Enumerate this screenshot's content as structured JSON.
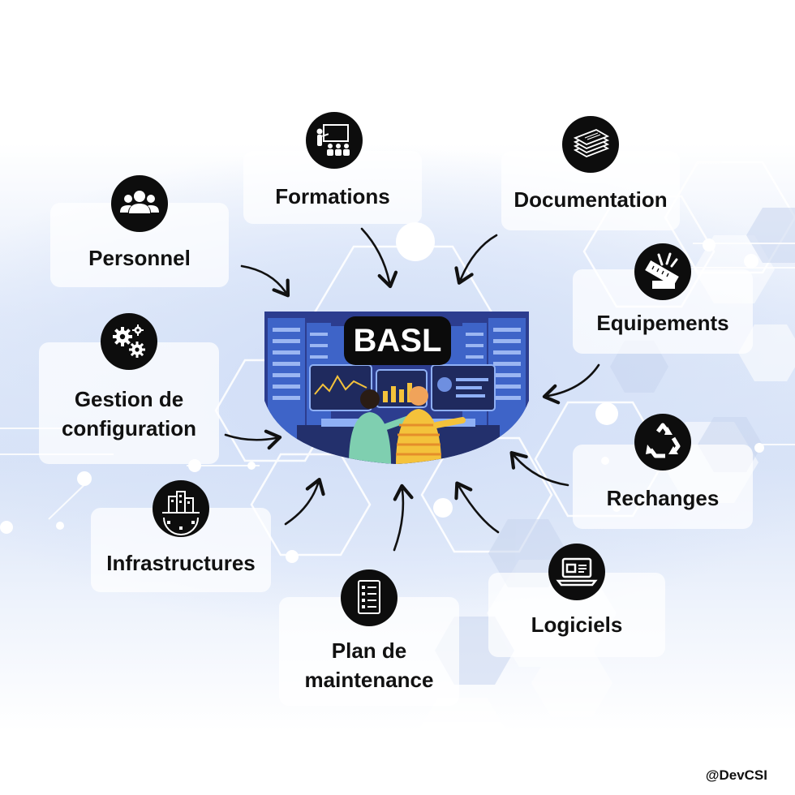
{
  "center": {
    "label": "BASL"
  },
  "nodes": [
    {
      "id": "personnel",
      "label": "Personnel",
      "icon": "people-group-icon"
    },
    {
      "id": "formations",
      "label": "Formations",
      "icon": "presentation-training-icon"
    },
    {
      "id": "documentation",
      "label": "Documentation",
      "icon": "document-stack-icon"
    },
    {
      "id": "equipements",
      "label": "Equipements",
      "icon": "tools-toolbox-icon"
    },
    {
      "id": "gestion",
      "label_line1": "Gestion de",
      "label_line2": "configuration",
      "icon": "gears-icon"
    },
    {
      "id": "rechanges",
      "label": "Rechanges",
      "icon": "recycle-icon"
    },
    {
      "id": "infrastructures",
      "label": "Infrastructures",
      "icon": "buildings-gear-icon"
    },
    {
      "id": "logiciels",
      "label": "Logiciels",
      "icon": "laptop-software-icon"
    },
    {
      "id": "plan",
      "label_line1": "Plan de",
      "label_line2": "maintenance",
      "icon": "checklist-icon"
    }
  ],
  "footer": {
    "handle": "@DevCSI"
  },
  "colors": {
    "icon_bg": "#0d0d0d",
    "center_bg": "#0b0b0b",
    "accent_blue": "#3b63c9",
    "background_tint": "#d8e3f7"
  }
}
